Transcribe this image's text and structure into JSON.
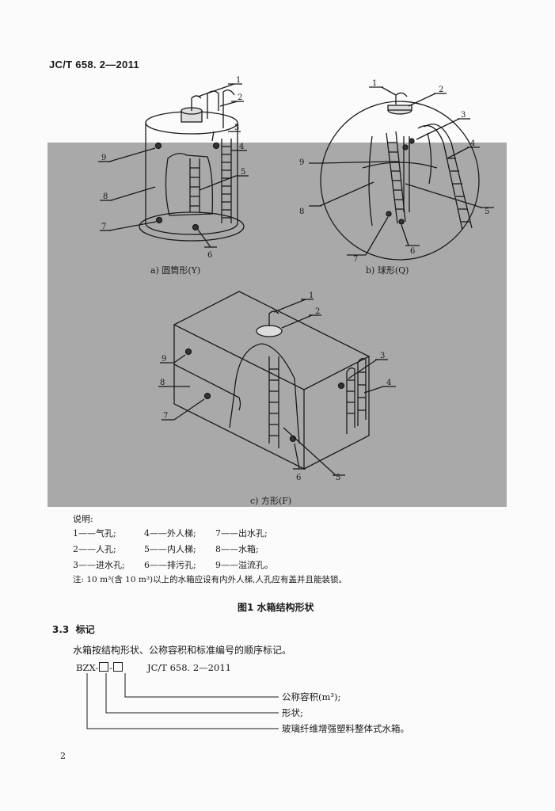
{
  "header": {
    "standard": "JC/T 658. 2—2011"
  },
  "figure": {
    "captions": {
      "a": "a) 圆筒形(Y)",
      "b": "b) 球形(Q)",
      "c": "c) 方形(F)"
    },
    "callouts": {
      "a": [
        "1",
        "2",
        "3",
        "4",
        "5",
        "8",
        "9",
        "7",
        "6"
      ],
      "b": [
        "1",
        "2",
        "3",
        "4",
        "9",
        "8",
        "5",
        "7",
        "6"
      ],
      "c": [
        "1",
        "2",
        "9",
        "3",
        "8",
        "4",
        "7",
        "6",
        "5"
      ]
    },
    "title": "图1   水箱结构形状"
  },
  "legend": {
    "title": "说明:",
    "rows": [
      [
        "1——气孔;",
        "4——外人梯;",
        "7——出水孔;"
      ],
      [
        "2——人孔;",
        "5——内人梯;",
        "8——水箱;"
      ],
      [
        "3——进水孔;",
        "6——排污孔;",
        "9——溢流孔。"
      ]
    ],
    "note": "注: 10 m³(含 10 m³)以上的水箱应设有内外人梯,人孔应有盖并且能装锁。"
  },
  "section": {
    "number": "3.3",
    "title": "标记"
  },
  "paragraph": "水箱按结构形状、公称容积和标准编号的顺序标记。",
  "marking": {
    "prefix": "BZX-",
    "sep": "-",
    "standard": "JC/T 658. 2—2011",
    "labels": [
      "公称容积(m³);",
      "形状;",
      "玻璃纤维增强塑料整体式水箱。"
    ]
  },
  "page_number": "2"
}
